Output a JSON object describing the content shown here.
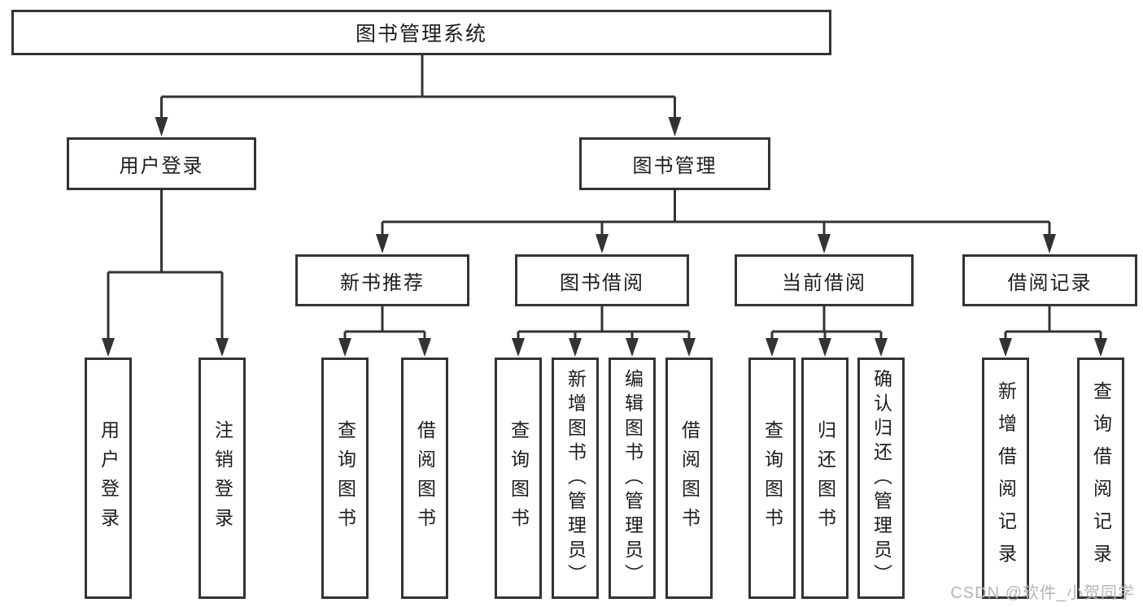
{
  "diagram": {
    "root": "图书管理系统",
    "user_login": {
      "label": "用户登录",
      "children": [
        "用户登录",
        "注销登录"
      ]
    },
    "book_mgmt": {
      "label": "图书管理",
      "sections": [
        {
          "label": "新书推荐",
          "children": [
            "查询图书",
            "借阅图书"
          ]
        },
        {
          "label": "图书借阅",
          "children": [
            "查询图书",
            "新增图书（管理员）",
            "编辑图书（管理员）",
            "借阅图书"
          ]
        },
        {
          "label": "当前借阅",
          "children": [
            "查询图书",
            "归还图书",
            "确认归还（管理员）"
          ]
        },
        {
          "label": "借阅记录",
          "children": [
            "新增借阅记录",
            "查询借阅记录"
          ]
        }
      ]
    }
  },
  "watermark": "CSDN @软件_小贺同学",
  "colors": {
    "line": "#333333",
    "box_background": "#ffffff",
    "text": "#1d1d1d",
    "watermark": "#b5b5b7"
  }
}
